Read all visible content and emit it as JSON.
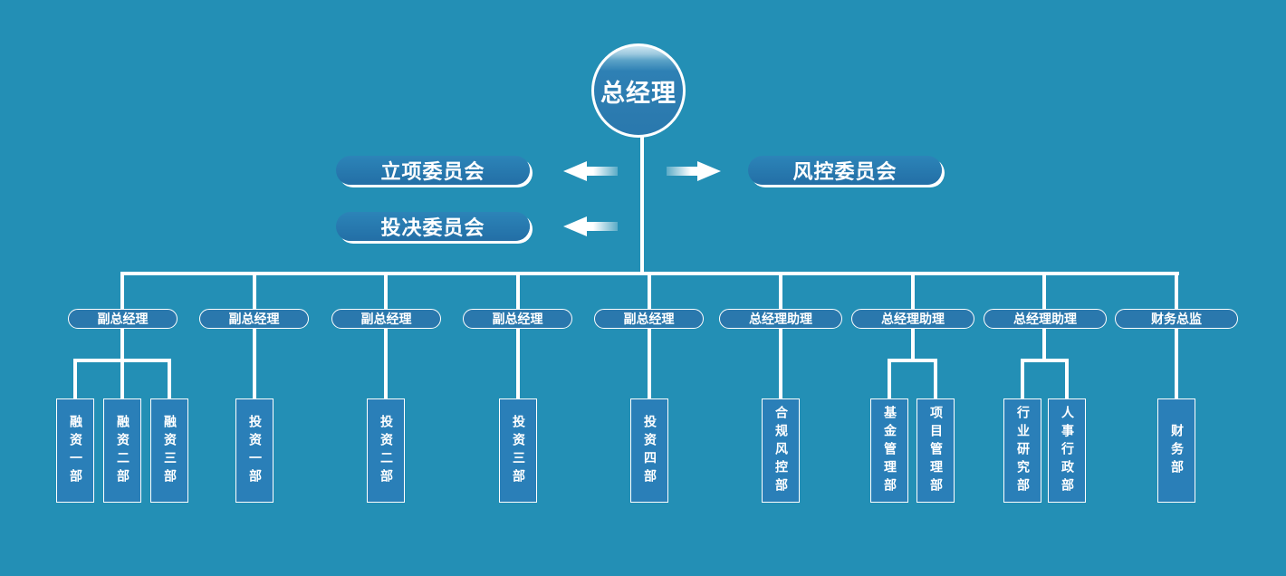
{
  "colors": {
    "background": "#238fb5",
    "box_fill": "#2a78ad",
    "line": "#ffffff"
  },
  "root": {
    "label": "总经理"
  },
  "committees": {
    "project": "立项委员会",
    "risk": "风控委员会",
    "decision": "投决委员会"
  },
  "level2": [
    {
      "label": "副总经理",
      "departments": [
        "融资一部",
        "融资二部",
        "融资三部"
      ]
    },
    {
      "label": "副总经理",
      "departments": [
        "投资一部"
      ]
    },
    {
      "label": "副总经理",
      "departments": [
        "投资二部"
      ]
    },
    {
      "label": "副总经理",
      "departments": [
        "投资三部"
      ]
    },
    {
      "label": "副总经理",
      "departments": [
        "投资四部"
      ]
    },
    {
      "label": "总经理助理",
      "departments": [
        "合规风控部"
      ]
    },
    {
      "label": "总经理助理",
      "departments": [
        "基金管理部",
        "项目管理部"
      ]
    },
    {
      "label": "总经理助理",
      "departments": [
        "行业研究部",
        "人事行政部"
      ]
    },
    {
      "label": "财务总监",
      "departments": [
        "财务部"
      ]
    }
  ]
}
